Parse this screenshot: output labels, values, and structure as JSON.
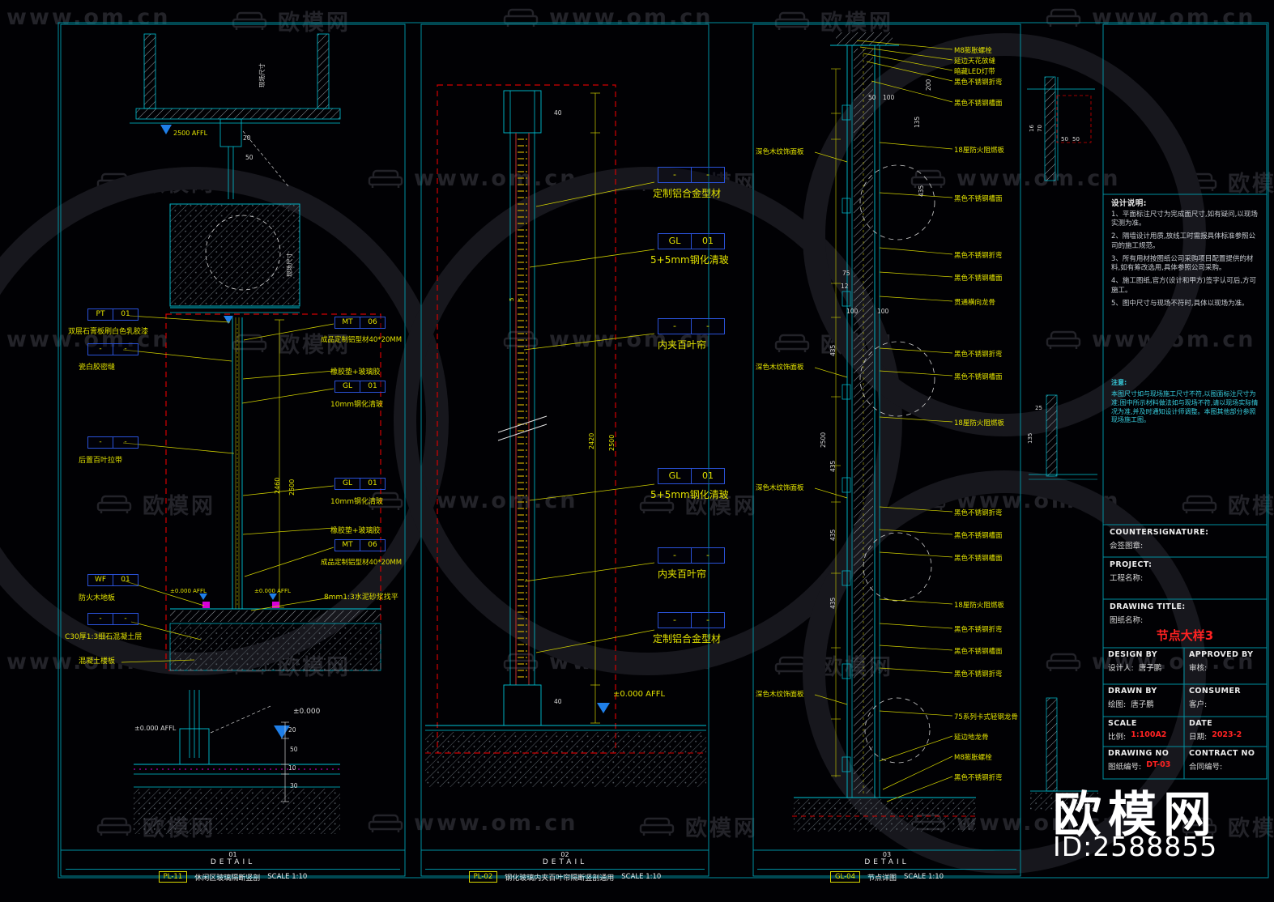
{
  "watermark": {
    "brand": "欧模网",
    "url": "www.om.cn"
  },
  "brand": {
    "name": "欧模网",
    "id": "ID:2588855"
  },
  "panels": [
    {
      "no": "01",
      "detail": "DETAIL",
      "code": "PL-11",
      "name": "休闲区玻璃隔断竖剖",
      "scale": "SCALE 1:10"
    },
    {
      "no": "02",
      "detail": "DETAIL",
      "code": "PL-02",
      "name": "钢化玻璃内夹百叶帘隔断竖剖通用",
      "scale": "SCALE 1:10"
    },
    {
      "no": "03",
      "detail": "DETAIL",
      "code": "GL-04",
      "name": "节点详图",
      "scale": "SCALE 1:10"
    }
  ],
  "p1": {
    "tags": {
      "pt": {
        "k": "PT",
        "v": "01",
        "label": "双层石膏板刷白色乳胶漆"
      },
      "seal": {
        "k": "-",
        "v": "-",
        "label": "瓷白胶密缝"
      },
      "louver": {
        "k": "-",
        "v": "-",
        "label": "后置百叶拉带"
      },
      "wf": {
        "k": "WF",
        "v": "01",
        "label": "防火木地板"
      },
      "c30": {
        "k": "-",
        "v": "-",
        "label": "C30厚1:3细石混凝土层"
      },
      "slab": "混凝土楼板",
      "mt_top": {
        "k": "MT",
        "v": "06",
        "label": "成品定制铝型材40*20MM"
      },
      "rubber_top": "橡胶垫+玻璃胶",
      "gl_top": {
        "k": "GL",
        "v": "01",
        "label": "10mm钢化清玻"
      },
      "gl_bot": {
        "k": "GL",
        "v": "01",
        "label": "10mm钢化清玻"
      },
      "rubber_bot": "橡胶垫+玻璃胶",
      "mt_bot": {
        "k": "MT",
        "v": "06",
        "label": "成品定制铝型材40*20MM"
      },
      "mortar": "8mm1:3水泥砂浆找平"
    },
    "dims": {
      "affl_top": "2500 AFFL",
      "site": "现场尺寸",
      "d20a": "20",
      "d50a": "50",
      "h2460": "2460",
      "h2500": "2500",
      "affl_m1": "±0.000 AFFL",
      "affl_m2": "±0.000 AFFL",
      "affl_bl": "±0.000 AFFL",
      "zero_br": "±0.000",
      "d20": "20",
      "d50": "50",
      "d10": "10",
      "d30": "30"
    }
  },
  "p2": {
    "tags": {
      "alu_top": {
        "k": "-",
        "v": "-",
        "label": "定制铝合金型材"
      },
      "gl_top": {
        "k": "GL",
        "v": "01",
        "label": "5+5mm钢化清玻"
      },
      "louver_top": {
        "k": "-",
        "v": "-",
        "label": "内夹百叶帘"
      },
      "gl_bot": {
        "k": "GL",
        "v": "01",
        "label": "5+5mm钢化清玻"
      },
      "louver_bot": {
        "k": "-",
        "v": "-",
        "label": "内夹百叶帘"
      },
      "alu_bot": {
        "k": "-",
        "v": "-",
        "label": "定制铝合金型材"
      }
    },
    "dims": {
      "d40t": "40",
      "d40b": "40",
      "h2420": "2420",
      "h2500": "2500",
      "g5a": "5",
      "g5b": "5",
      "affl": "±0.000 AFFL"
    }
  },
  "p3": {
    "left_labels": [
      "深色木纹饰面板",
      "深色木纹饰面板",
      "深色木纹饰面板",
      "深色木纹饰面板"
    ],
    "callouts": [
      "M8膨胀螺栓",
      "延边天花放缝",
      "暗藏LED灯带",
      "黑色不锈钢折弯",
      "黑色不锈钢槽面",
      "18厘防火阻燃板",
      "黑色不锈钢槽面",
      "黑色不锈钢折弯",
      "黑色不锈钢槽面",
      "贯通横向龙骨",
      "黑色不锈钢折弯",
      "黑色不锈钢槽面",
      "18厘防火阻燃板",
      "黑色不锈钢折弯",
      "黑色不锈钢槽面",
      "黑色不锈钢槽面",
      "18厘防火阻燃板",
      "黑色不锈钢折弯",
      "黑色不锈钢槽面",
      "黑色不锈钢折弯",
      "75系列卡式轻钢龙骨",
      "延边地龙骨",
      "M8膨胀螺栓",
      "黑色不锈钢折弯"
    ],
    "dims": {
      "d200": "200",
      "d50": "50",
      "d100": "100",
      "d135": "135",
      "d435r": "435",
      "d75": "75",
      "d12": "12",
      "d100a": "100",
      "d100b": "100",
      "d435a": "435",
      "h2500": "2500",
      "d435b": "435",
      "d435c": "435",
      "d435d": "435"
    }
  },
  "small": {
    "a": {
      "d16": "16",
      "d70": "70",
      "d50a": "50",
      "d50b": "50"
    },
    "b": {
      "d25": "25",
      "d135": "135"
    }
  },
  "titleblock": {
    "design_notes_title": "设计说明:",
    "notes": [
      "1、平面标注尺寸为完成面尺寸,如有疑问,以现场实测为准。",
      "2、隔墙设计用质,放线工时需报具体标准参照公司的施工规范。",
      "3、所有用材按图纸公司采购项目配置提供的材料,如有筹改选用,具体参照公司采购。",
      "4、施工图纸,官方(设计和甲方)签字认可后,方可施工。",
      "5、图中尺寸与现场不符时,具体以现场为准。"
    ],
    "note2_title": "注意:",
    "note2": "本图尺寸如与现场施工尺寸不符,以图面标注尺寸为准;图中所示材料做法如与现场不符,请以现场实际情况为准,并及时通知设计师调整。本图其他部分参照现场施工图。",
    "countersignature_en": "COUNTERSIGNATURE:",
    "countersignature_cn": "会签图章:",
    "project_en": "PROJECT:",
    "project_cn": "工程名称:",
    "drawing_title_en": "DRAWING TITLE:",
    "drawing_title_cn": "图纸名称:",
    "drawing_title_value": "节点大样3",
    "design_by_en": "DESIGN BY",
    "design_by_cn": "设计人:",
    "design_by_value": "唐子鹏",
    "approved_by_en": "APPROVED BY",
    "approved_by_cn": "审核:",
    "drawn_by_en": "DRAWN BY",
    "drawn_by_cn": "绘图:",
    "drawn_by_value": "唐子鹏",
    "consumer_en": "CONSUMER",
    "consumer_cn": "客户:",
    "scale_en": "SCALE",
    "scale_cn": "比例:",
    "scale_value": "1:100A2",
    "date_en": "DATE",
    "date_cn": "日期:",
    "date_value": "2023-2",
    "drawing_no_en": "DRAWING NO",
    "drawing_no_cn": "图纸编号:",
    "drawing_no_value": "DT-03",
    "contract_no_en": "CONTRACT NO",
    "contract_no_cn": "合同编号:"
  }
}
